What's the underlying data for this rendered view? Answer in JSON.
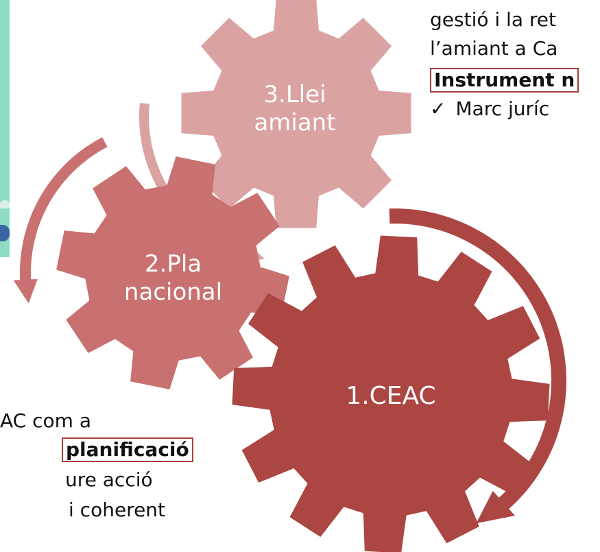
{
  "gears": [
    {
      "id": "ceac",
      "label": "1.CEAC",
      "color": "#ab4643"
    },
    {
      "id": "pla",
      "label_line1": "2.Pla",
      "label_line2": "nacional",
      "color": "#c97170"
    },
    {
      "id": "llei",
      "label_line1": "3.Llei",
      "label_line2": "amiant",
      "color": "#dba2a2"
    }
  ],
  "top_right_text": {
    "line1": "gestió i la ret",
    "line2": "l’amiant a Ca",
    "boxed": "Instrument n",
    "bullet_mark": "✓",
    "bullet": "Marc juríc"
  },
  "bottom_left_text": {
    "line1": "AC com a",
    "boxed": "planificació",
    "line3": "ure acció",
    "line4": "i coherent"
  },
  "colors": {
    "arrow_dark": "#ab4643",
    "arrow_mid": "#c97170",
    "arrow_light": "#dba2a2",
    "box_border": "#a5403e",
    "strip": "#8fdcc6"
  }
}
